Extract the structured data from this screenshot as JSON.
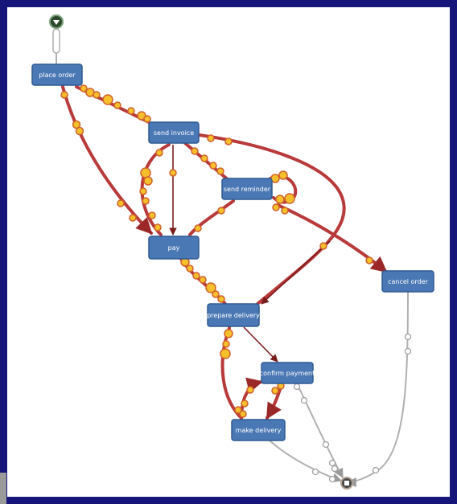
{
  "diagram": {
    "activities": [
      {
        "id": "place-order",
        "label": "place order"
      },
      {
        "id": "send-invoice",
        "label": "send invoice"
      },
      {
        "id": "send-reminder",
        "label": "send reminder"
      },
      {
        "id": "pay",
        "label": "pay"
      },
      {
        "id": "prepare-delivery",
        "label": "prepare delivery"
      },
      {
        "id": "cancel-order",
        "label": "cancel order"
      },
      {
        "id": "confirm-payment",
        "label": "confirm payment"
      },
      {
        "id": "make-delivery",
        "label": "make delivery"
      }
    ],
    "colors": {
      "frame_border": "#16167a",
      "node_fill": "#4a78b4",
      "node_stroke": "#2e5a92",
      "edge_red": "#b83a3a",
      "edge_dark": "#7a1c1c",
      "edge_gray": "#b0b0b0",
      "token_fill": "#f6bf2c",
      "token_stroke": "#d0622a"
    },
    "icons": [
      "start-node-icon",
      "end-node-icon"
    ]
  }
}
